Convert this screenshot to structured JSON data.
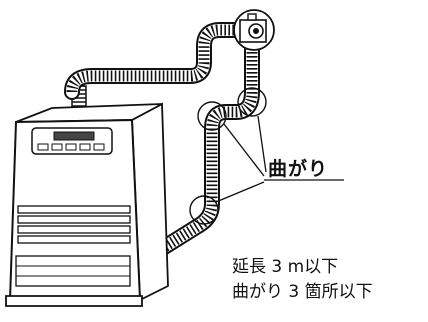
{
  "callout_label": "曲がり",
  "notes": {
    "extension_limit": "延長 3 m以下",
    "bend_limit": "曲がり 3 箇所以下"
  }
}
